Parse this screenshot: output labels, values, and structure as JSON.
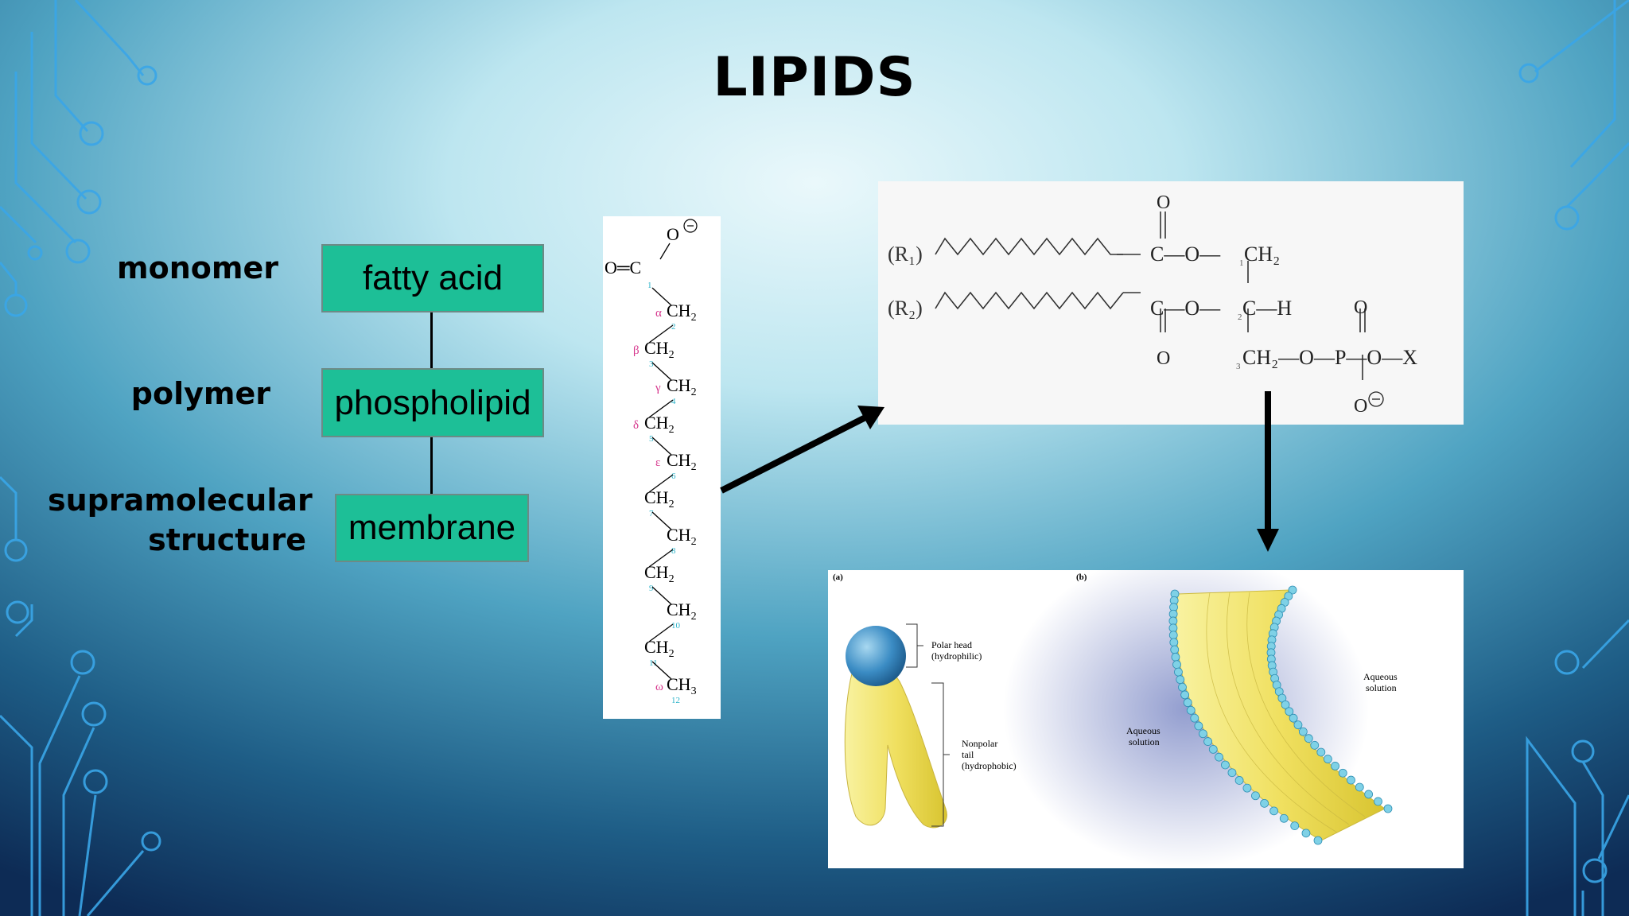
{
  "title": "LIPIDS",
  "levels": {
    "monomer": "monomer",
    "polymer": "polymer",
    "supramolecular_1": "supramolecular",
    "supramolecular_2": "structure"
  },
  "boxes": {
    "fatty_acid": "fatty acid",
    "phospholipid": "phospholipid",
    "membrane": "membrane"
  },
  "fatty_acid_chain": {
    "top": "O",
    "carboxyl": "O═C",
    "rows": [
      {
        "greek": "α",
        "group": "CH",
        "sub": "2",
        "num": "2"
      },
      {
        "greek": "β",
        "group": "CH",
        "sub": "2",
        "num": "3"
      },
      {
        "greek": "γ",
        "group": "CH",
        "sub": "2",
        "num": "4"
      },
      {
        "greek": "δ",
        "group": "CH",
        "sub": "2",
        "num": "5"
      },
      {
        "greek": "ε",
        "group": "CH",
        "sub": "2",
        "num": "6"
      },
      {
        "greek": "",
        "group": "CH",
        "sub": "2",
        "num": "7"
      },
      {
        "greek": "",
        "group": "CH",
        "sub": "2",
        "num": "8"
      },
      {
        "greek": "",
        "group": "CH",
        "sub": "2",
        "num": "9"
      },
      {
        "greek": "",
        "group": "CH",
        "sub": "2",
        "num": "10"
      },
      {
        "greek": "",
        "group": "CH",
        "sub": "2",
        "num": "11"
      },
      {
        "greek": "ω",
        "group": "CH",
        "sub": "3",
        "num": "12"
      }
    ],
    "c1_num": "1"
  },
  "phospholipid_structure": {
    "r1": "(R₁)",
    "r2": "(R₂)",
    "ester1": "C—O—",
    "ester2": "C—O—",
    "ch2_top": "CH₂",
    "ch_mid": "C—H",
    "ch2_bot": "CH₂—O—P—O—X",
    "o_top": "O",
    "o_mid_bot": "O",
    "o_p_top": "O",
    "o_p_bot": "O",
    "c_num_1": "1",
    "c_num_2": "2",
    "c_num_3": "3"
  },
  "membrane_figure": {
    "label_a": "(a)",
    "label_b": "(b)",
    "polar_head_1": "Polar head",
    "polar_head_2": "(hydrophilic)",
    "nonpolar_1": "Nonpolar",
    "nonpolar_2": "tail",
    "nonpolar_3": "(hydrophobic)",
    "aqueous_left_1": "Aqueous",
    "aqueous_left_2": "solution",
    "aqueous_right_1": "Aqueous",
    "aqueous_right_2": "solution"
  },
  "colors": {
    "box_fill": "#1dbf97",
    "greek_label": "#d6358c",
    "number_label": "#2bb3c9",
    "circuit": "#3aa6e8"
  }
}
